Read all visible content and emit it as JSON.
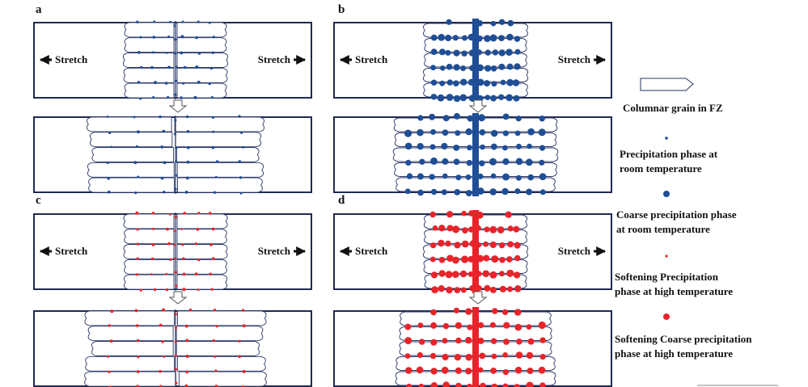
{
  "panels": [
    {
      "id": "a",
      "label": "a",
      "variant": "fine",
      "color": "#1f4e96",
      "thick": false,
      "stretch_left": "Stretch",
      "stretch_right": "Stretch"
    },
    {
      "id": "b",
      "label": "b",
      "variant": "coarse",
      "color": "#1f4e96",
      "thick": true,
      "stretch_left": "Stretch",
      "stretch_right": "Stretch"
    },
    {
      "id": "c",
      "label": "c",
      "variant": "fine",
      "color": "#e8242a",
      "thick": false,
      "stretch_left": "Stretch",
      "stretch_right": "Stretch"
    },
    {
      "id": "d",
      "label": "d",
      "variant": "coarse",
      "color": "#e8242a",
      "thick": true,
      "stretch_left": "Stretch",
      "stretch_right": "Stretch"
    }
  ],
  "legend": [
    {
      "icon": "columnar-grain-icon",
      "line1": "Columnar grain in FZ",
      "line2": ""
    },
    {
      "icon": "small-blue-dot-icon",
      "color": "#1f4e96",
      "line1": "Precipitation phase at",
      "line2": "room temperature"
    },
    {
      "icon": "large-blue-dot-icon",
      "color": "#1f4e96",
      "line1": "Coarse precipitation phase",
      "line2": "at room temperature"
    },
    {
      "icon": "small-red-dot-icon",
      "color": "#e8242a",
      "line1": "Softening Precipitation",
      "line2": "phase at high temperature"
    },
    {
      "icon": "large-red-dot-icon",
      "color": "#e8242a",
      "line1": "Softening Coarse precipitation",
      "line2": "phase at high temperature"
    }
  ]
}
